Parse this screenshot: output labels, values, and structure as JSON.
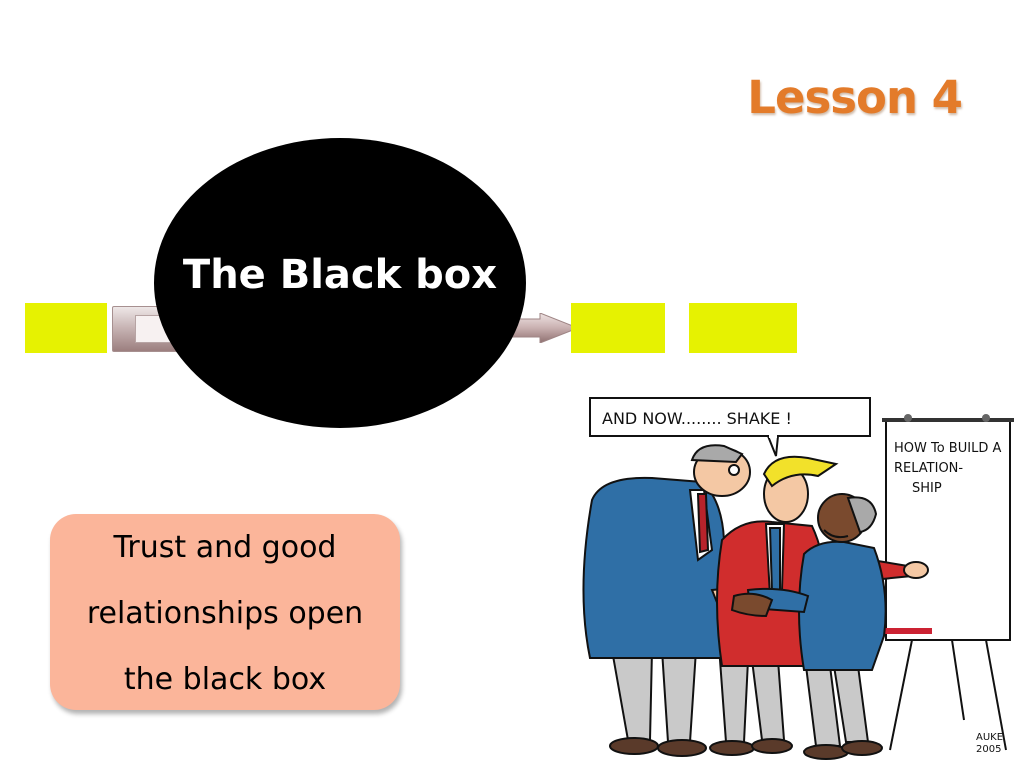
{
  "slide": {
    "title": "Lesson 4",
    "center_label": "The Black box",
    "note_lines": [
      "Trust and good",
      "relationships open",
      "the black box"
    ],
    "colors": {
      "title": "#e37b2a",
      "yellow_box": "#e6f201",
      "ellipse": "#000000",
      "note_card": "#fbb59a"
    }
  },
  "cartoon": {
    "speech_bubble": "AND NOW........ SHAKE !",
    "flipchart_lines": [
      "HOW To BUILD A",
      "RELATION-",
      "SHIP"
    ],
    "signature_name": "AUKE",
    "signature_year": "2005"
  }
}
